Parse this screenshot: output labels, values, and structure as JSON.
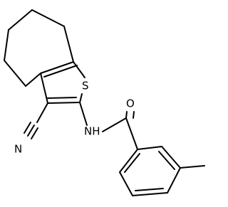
{
  "molecule": {
    "atoms": {
      "sulfur": "S",
      "cyano_nitrogen": "N",
      "amide_nh": "NH",
      "carbonyl_oxygen": "O"
    }
  }
}
